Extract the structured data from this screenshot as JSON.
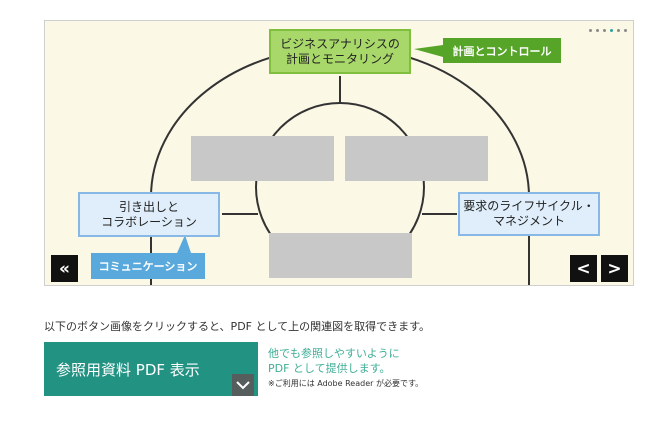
{
  "slider": {
    "top_box": "ビジネスアナリシスの\n計画とモニタリング",
    "left_box": "引き出しと\nコラボレーション",
    "right_box": "要求のライフサイクル・\nマネジメント",
    "callout_green": "計画とコントロール",
    "callout_blue": "コミュニケーション",
    "first_label": "«",
    "prev_label": "<",
    "next_label": ">",
    "colors": {
      "green_box": "#a9d86a",
      "blue_box": "#dfeefa",
      "callout_green": "#56a528",
      "callout_blue": "#5aa9dc",
      "background": "#fbf8e6"
    }
  },
  "description": "以下のボタン画像をクリックすると、PDF として上の関連図を取得できます。",
  "pdf_button": {
    "label": "参照用資料 PDF 表示",
    "note": "他でも参照しやすいように\nPDF として提供します。",
    "small_note": "※ご利用には Adobe Reader が必要です。",
    "icon": "chevron-down-icon",
    "color": "#229283"
  }
}
